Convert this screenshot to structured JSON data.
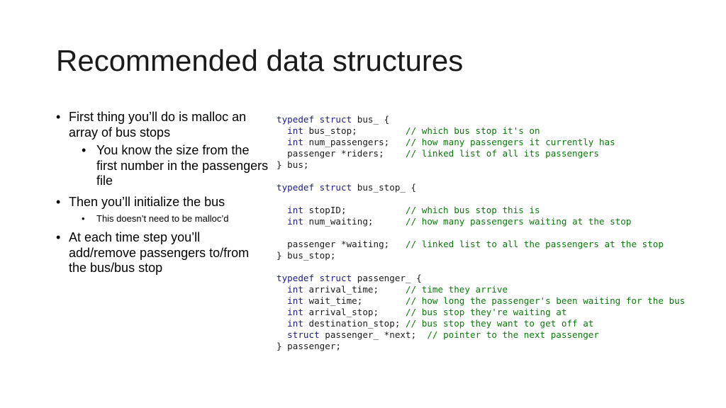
{
  "slide": {
    "title": "Recommended data structures"
  },
  "bullets": [
    {
      "text": "First thing you’ll do is malloc an array of bus stops",
      "sub": [
        "You know the size from the first number in the passengers file"
      ]
    },
    {
      "text": "Then you’ll initialize the bus",
      "sub": [
        "This doesn’t need to be malloc’d"
      ]
    },
    {
      "text": "At each time step you’ll add/remove passengers to/from the bus/bus stop",
      "sub": []
    }
  ],
  "code_lines": [
    [
      {
        "t": "typedef struct",
        "c": "kw"
      },
      {
        "t": " bus_ {",
        "c": "pn"
      }
    ],
    [
      {
        "t": "  int",
        "c": "kw"
      },
      {
        "t": " bus_stop;         ",
        "c": "pn"
      },
      {
        "t": "// which bus stop it's on",
        "c": "cm"
      }
    ],
    [
      {
        "t": "  int",
        "c": "kw"
      },
      {
        "t": " num_passengers;   ",
        "c": "pn"
      },
      {
        "t": "// how many passengers it currently has",
        "c": "cm"
      }
    ],
    [
      {
        "t": "  passenger ",
        "c": "pn"
      },
      {
        "t": "*riders;    ",
        "c": "pn"
      },
      {
        "t": "// linked list of all its passengers",
        "c": "cm"
      }
    ],
    [
      {
        "t": "} bus;",
        "c": "pn"
      }
    ],
    [],
    [
      {
        "t": "typedef struct",
        "c": "kw"
      },
      {
        "t": " bus_stop_ {",
        "c": "pn"
      }
    ],
    [],
    [
      {
        "t": "  int",
        "c": "kw"
      },
      {
        "t": " stopID;           ",
        "c": "pn"
      },
      {
        "t": "// which bus stop this is",
        "c": "cm"
      }
    ],
    [
      {
        "t": "  int",
        "c": "kw"
      },
      {
        "t": " num_waiting;      ",
        "c": "pn"
      },
      {
        "t": "// how many passengers waiting at the stop",
        "c": "cm"
      }
    ],
    [],
    [
      {
        "t": "  passenger ",
        "c": "pn"
      },
      {
        "t": "*waiting;   ",
        "c": "pn"
      },
      {
        "t": "// linked list to all the passengers at the stop",
        "c": "cm"
      }
    ],
    [
      {
        "t": "} bus_stop;",
        "c": "pn"
      }
    ],
    [],
    [
      {
        "t": "typedef struct",
        "c": "kw"
      },
      {
        "t": " passenger_ {",
        "c": "pn"
      }
    ],
    [
      {
        "t": "  int",
        "c": "kw"
      },
      {
        "t": " arrival_time;     ",
        "c": "pn"
      },
      {
        "t": "// time they arrive",
        "c": "cm"
      }
    ],
    [
      {
        "t": "  int",
        "c": "kw"
      },
      {
        "t": " wait_time;        ",
        "c": "pn"
      },
      {
        "t": "// how long the passenger's been waiting for the bus",
        "c": "cm"
      }
    ],
    [
      {
        "t": "  int",
        "c": "kw"
      },
      {
        "t": " arrival_stop;     ",
        "c": "pn"
      },
      {
        "t": "// bus stop they're waiting at",
        "c": "cm"
      }
    ],
    [
      {
        "t": "  int",
        "c": "kw"
      },
      {
        "t": " destination_stop; ",
        "c": "pn"
      },
      {
        "t": "// bus stop they want to get off at",
        "c": "cm"
      }
    ],
    [
      {
        "t": "  struct",
        "c": "kw"
      },
      {
        "t": " passenger_ *next;  ",
        "c": "pn"
      },
      {
        "t": "// pointer to the next passenger",
        "c": "cm"
      }
    ],
    [
      {
        "t": "} passenger;",
        "c": "pn"
      }
    ]
  ]
}
